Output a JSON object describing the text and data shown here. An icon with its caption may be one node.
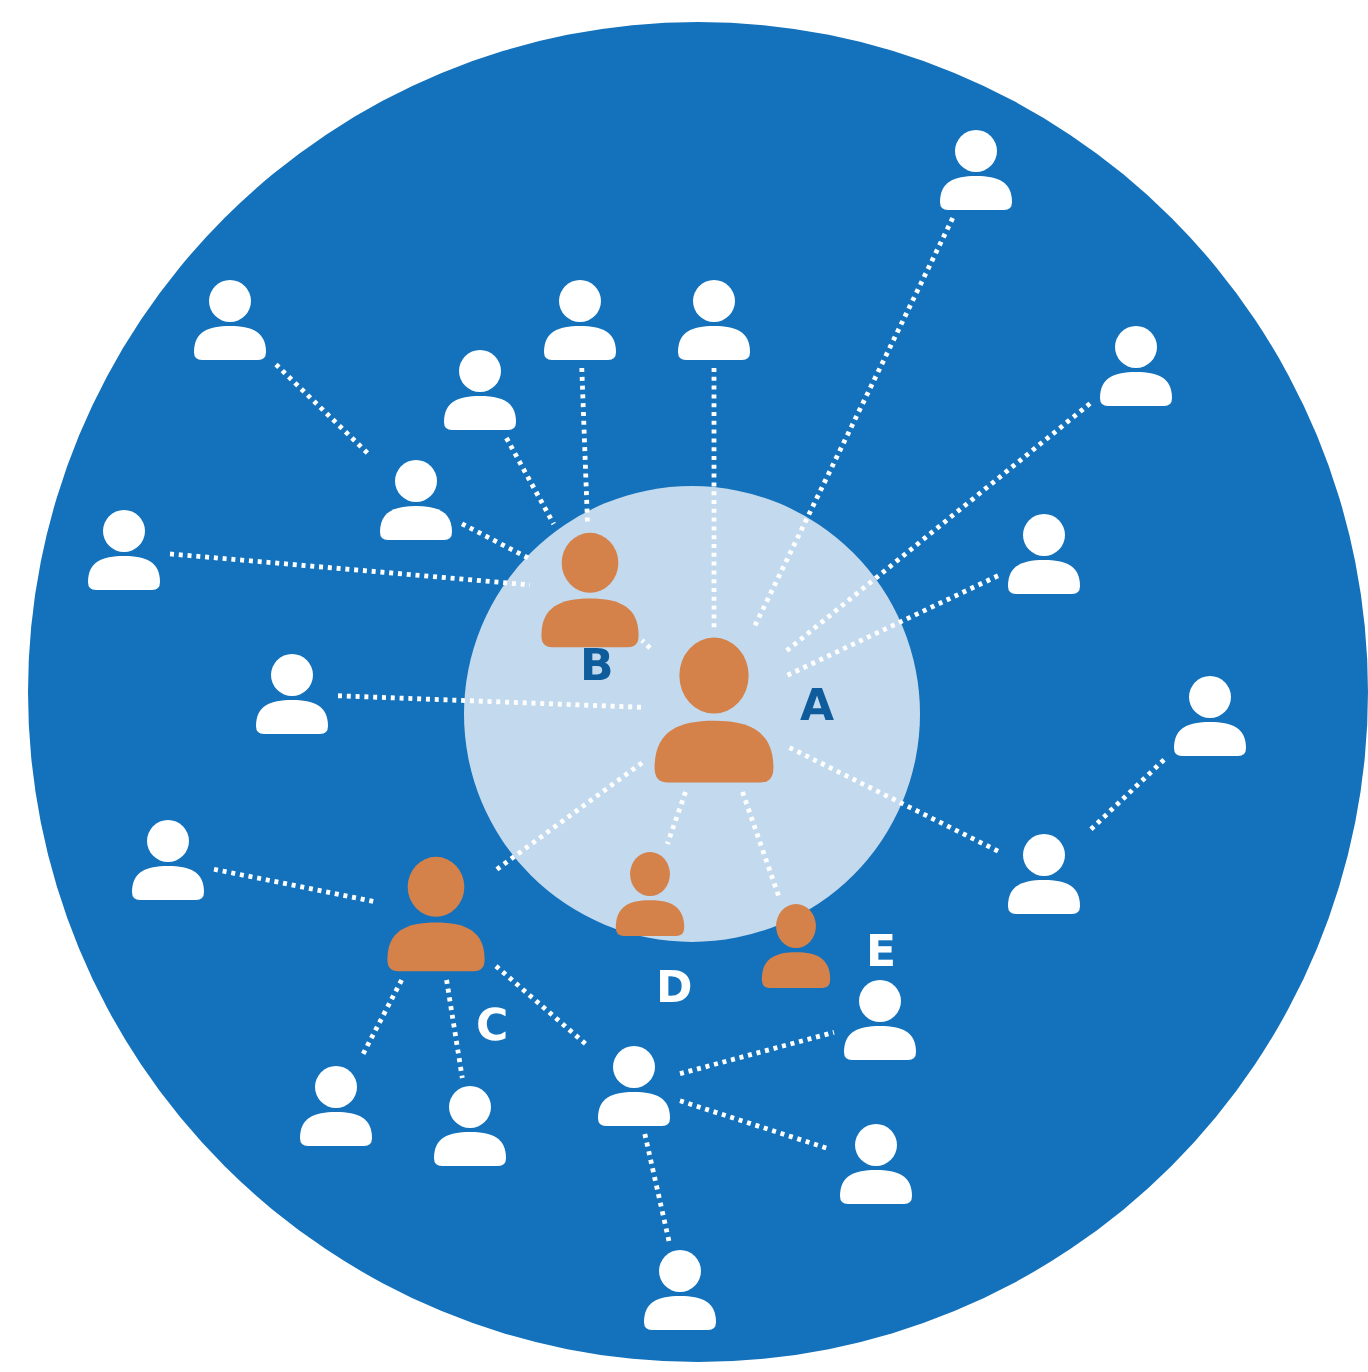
{
  "diagram": {
    "nodes": [
      {
        "text": [],
        "shape": "person"
      },
      {
        "text": [],
        "shape": "person"
      },
      {
        "text": [],
        "shape": "person"
      },
      {
        "text": [],
        "shape": "person"
      },
      {
        "text": [],
        "shape": "person"
      },
      {
        "text": [],
        "shape": "person"
      },
      {
        "text": [],
        "shape": "person"
      },
      {
        "text": [],
        "shape": "person"
      },
      {
        "text": [],
        "shape": "person"
      },
      {
        "text": [],
        "shape": "person",
        "beside": [
          "B"
        ]
      },
      {
        "text": [],
        "shape": "person",
        "beside": [
          "A"
        ]
      },
      {
        "text": [],
        "shape": "person"
      },
      {
        "text": [],
        "shape": "person"
      },
      {
        "text": [],
        "shape": "person"
      },
      {
        "text": [],
        "shape": "person"
      },
      {
        "text": [],
        "shape": "person",
        "beside": [
          "D"
        ]
      },
      {
        "text": [],
        "shape": "person",
        "beside": [
          "C"
        ]
      },
      {
        "text": [],
        "shape": "person",
        "beside": [
          "E"
        ]
      },
      {
        "text": [],
        "shape": "person"
      },
      {
        "text": [],
        "shape": "person"
      },
      {
        "text": [],
        "shape": "person"
      },
      {
        "text": [],
        "shape": "person"
      },
      {
        "text": [],
        "shape": "person"
      },
      {
        "text": [],
        "shape": "person"
      }
    ],
    "edges": [
      {
        "from": 1,
        "to": 6,
        "arrow": "none"
      },
      {
        "from": 6,
        "to": 9,
        "arrow": "none"
      },
      {
        "from": 5,
        "to": 9,
        "arrow": "none"
      },
      {
        "from": 7,
        "to": 9,
        "arrow": "none"
      },
      {
        "from": 2,
        "to": 9,
        "arrow": "none"
      },
      {
        "from": 9,
        "to": 10,
        "arrow": "none"
      },
      {
        "from": 3,
        "to": 10,
        "arrow": "none"
      },
      {
        "from": 0,
        "to": 10,
        "arrow": "none"
      },
      {
        "from": 4,
        "to": 10,
        "arrow": "none"
      },
      {
        "from": 8,
        "to": 10,
        "arrow": "none"
      },
      {
        "from": 11,
        "to": 10,
        "arrow": "none"
      },
      {
        "from": 14,
        "to": 10,
        "arrow": "none"
      },
      {
        "from": 12,
        "to": 14,
        "arrow": "none"
      },
      {
        "from": 10,
        "to": 16,
        "arrow": "none"
      },
      {
        "from": 10,
        "to": 15,
        "arrow": "none"
      },
      {
        "from": 10,
        "to": 17,
        "arrow": "none"
      },
      {
        "from": 13,
        "to": 16,
        "arrow": "none"
      },
      {
        "from": 16,
        "to": 20,
        "arrow": "none"
      },
      {
        "from": 16,
        "to": 21,
        "arrow": "none"
      },
      {
        "from": 16,
        "to": 19,
        "arrow": "none"
      },
      {
        "from": 19,
        "to": 18,
        "arrow": "none"
      },
      {
        "from": 19,
        "to": 22,
        "arrow": "none"
      },
      {
        "from": 19,
        "to": 23,
        "arrow": "none"
      }
    ]
  }
}
